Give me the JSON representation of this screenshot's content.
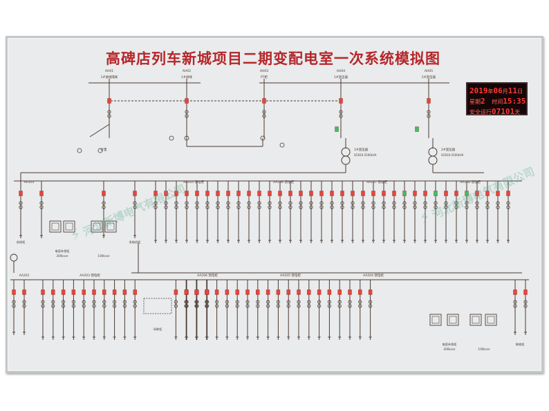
{
  "title": "高碑店列车新城项目二期变配电室一次系统模拟图",
  "clock": {
    "date_digits": "2019",
    "year_char": "年",
    "month_digits": "06",
    "month_char": "月",
    "day_digits": "11",
    "day_char": "日",
    "weekday_label": "星期",
    "weekday_value": "2",
    "time_label": "时间",
    "time_value": "15:35",
    "safe_label": "安全运行",
    "safe_days": "07101",
    "safe_unit": "天"
  },
  "watermark": {
    "company": "河北新博电气有限公司"
  },
  "colors": {
    "line": "#4a3a32",
    "breaker_red": "#e8453c",
    "breaker_green": "#3ec060",
    "title": "#b5262a"
  },
  "top_feeders": [
    {
      "code": "AH01",
      "name": "1#进线隔离"
    },
    {
      "code": "AH02",
      "name": "1#进线"
    },
    {
      "code": "AH03",
      "name": "PT柜"
    },
    {
      "code": "AH04",
      "name": "1#变压器"
    },
    {
      "code": "AH05",
      "name": "2#变压器"
    }
  ],
  "transformers": [
    {
      "name": "1#变压器",
      "model": "SCB10-2500kVA"
    },
    {
      "name": "2#变压器",
      "model": "SCB10-2500kVA"
    }
  ],
  "bus_labels": {
    "upper_left": "AA101",
    "upper_mid": "AA105 馈电柜",
    "upper_r1": "AA106 馈电柜",
    "upper_r2": "AA107 馈电柜",
    "upper_r3": "AA108 馈电柜",
    "lower_left": "AA201",
    "lower_mid": "AA203 馈电柜",
    "lower_r1": "AA206 馈电柜",
    "lower_r2": "AA205 馈电柜",
    "lower_r3": "AA204 馈电柜"
  },
  "cap_labels": {
    "upper": "电容补偿柜",
    "upper_kvar": "300kvar",
    "upper2_kvar": "100kvar",
    "lower": "电容补偿柜",
    "lower_kvar": "300kvar",
    "lower2_kvar": "100kvar"
  },
  "misc_labels": {
    "generator": "发电机柜",
    "tie": "母联柜",
    "tie2": "联络柜",
    "incoming": "进线柜"
  },
  "upper_feeders_breaker_state": [
    1,
    1,
    1,
    1,
    1,
    1,
    1,
    1,
    1,
    1,
    1,
    1,
    1,
    1,
    1,
    1,
    1,
    1,
    1,
    1,
    1,
    1,
    1,
    1,
    0,
    1,
    1,
    0,
    1,
    1,
    0,
    1,
    1,
    1,
    1
  ],
  "lower_feeders_breaker_state": [
    1,
    1,
    1,
    1,
    1,
    1,
    1,
    1,
    1,
    1,
    1,
    1,
    1,
    1,
    1,
    1,
    1,
    1,
    1,
    1,
    1,
    1,
    1,
    1,
    1,
    1,
    1,
    1,
    1,
    1,
    1,
    1,
    1
  ]
}
